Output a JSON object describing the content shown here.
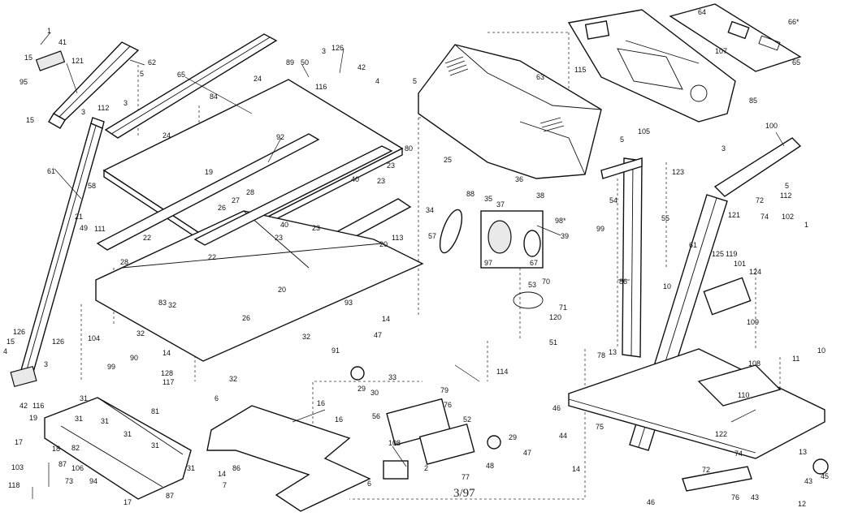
{
  "diagram": {
    "page_number": "3/97",
    "callouts": [
      {
        "id": "c1",
        "text": "1"
      },
      {
        "id": "c41",
        "text": "41"
      },
      {
        "id": "c15a",
        "text": "15"
      },
      {
        "id": "c121a",
        "text": "121"
      },
      {
        "id": "c62",
        "text": "62"
      },
      {
        "id": "c95",
        "text": "95"
      },
      {
        "id": "c5a",
        "text": "5"
      },
      {
        "id": "c112a",
        "text": "112"
      },
      {
        "id": "c3a",
        "text": "3"
      },
      {
        "id": "c3b",
        "text": "3"
      },
      {
        "id": "c15b",
        "text": "15"
      },
      {
        "id": "c65",
        "text": "65"
      },
      {
        "id": "c24a",
        "text": "24"
      },
      {
        "id": "c84",
        "text": "84"
      },
      {
        "id": "c24b",
        "text": "24"
      },
      {
        "id": "c92",
        "text": "92"
      },
      {
        "id": "c61a",
        "text": "61"
      },
      {
        "id": "c58",
        "text": "58"
      },
      {
        "id": "c21a",
        "text": "21"
      },
      {
        "id": "c49a",
        "text": "49"
      },
      {
        "id": "c111",
        "text": "111"
      },
      {
        "id": "c22a",
        "text": "22"
      },
      {
        "id": "c28",
        "text": "28"
      },
      {
        "id": "c19a",
        "text": "19"
      },
      {
        "id": "c27",
        "text": "27"
      },
      {
        "id": "c26a",
        "text": "26"
      },
      {
        "id": "c28b",
        "text": "28"
      },
      {
        "id": "c126a",
        "text": "126"
      },
      {
        "id": "c3c",
        "text": "3"
      },
      {
        "id": "c89",
        "text": "89"
      },
      {
        "id": "c50",
        "text": "50"
      },
      {
        "id": "c116",
        "text": "116"
      },
      {
        "id": "c42a",
        "text": "42"
      },
      {
        "id": "c4a",
        "text": "4"
      },
      {
        "id": "c80",
        "text": "80"
      },
      {
        "id": "c23a",
        "text": "23"
      },
      {
        "id": "c40a",
        "text": "40"
      },
      {
        "id": "c23b",
        "text": "23"
      },
      {
        "id": "c40b",
        "text": "40"
      },
      {
        "id": "c23c",
        "text": "23"
      },
      {
        "id": "c23d",
        "text": "23"
      },
      {
        "id": "c22b",
        "text": "22"
      },
      {
        "id": "c20a",
        "text": "20"
      },
      {
        "id": "c83",
        "text": "83"
      },
      {
        "id": "c26b",
        "text": "26"
      },
      {
        "id": "c20b",
        "text": "20"
      },
      {
        "id": "c93",
        "text": "93"
      },
      {
        "id": "c113",
        "text": "113"
      },
      {
        "id": "c34",
        "text": "34"
      },
      {
        "id": "c57",
        "text": "57"
      },
      {
        "id": "c104",
        "text": "104"
      },
      {
        "id": "c32a",
        "text": "32"
      },
      {
        "id": "c32b",
        "text": "32"
      },
      {
        "id": "c32c",
        "text": "32"
      },
      {
        "id": "c32d",
        "text": "32"
      },
      {
        "id": "c15c",
        "text": "15"
      },
      {
        "id": "c126b",
        "text": "126"
      },
      {
        "id": "c4b",
        "text": "4"
      },
      {
        "id": "c126c",
        "text": "126"
      },
      {
        "id": "c3d",
        "text": "3"
      },
      {
        "id": "c116b",
        "text": "116"
      },
      {
        "id": "c42b",
        "text": "42"
      },
      {
        "id": "c90",
        "text": "90"
      },
      {
        "id": "c99",
        "text": "99"
      },
      {
        "id": "c14a",
        "text": "14"
      },
      {
        "id": "c128",
        "text": "128"
      },
      {
        "id": "c117",
        "text": "117"
      },
      {
        "id": "c91",
        "text": "91"
      },
      {
        "id": "c29a",
        "text": "29"
      },
      {
        "id": "c33",
        "text": "33"
      },
      {
        "id": "c30",
        "text": "30"
      },
      {
        "id": "c47a",
        "text": "47"
      },
      {
        "id": "c14b",
        "text": "14"
      },
      {
        "id": "c31a",
        "text": "31"
      },
      {
        "id": "c31b",
        "text": "31"
      },
      {
        "id": "c31c",
        "text": "31"
      },
      {
        "id": "c31d",
        "text": "31"
      },
      {
        "id": "c31e",
        "text": "31"
      },
      {
        "id": "c31f",
        "text": "31"
      },
      {
        "id": "c81",
        "text": "81"
      },
      {
        "id": "c19b",
        "text": "19"
      },
      {
        "id": "c17a",
        "text": "17"
      },
      {
        "id": "c18",
        "text": "18"
      },
      {
        "id": "c82",
        "text": "82"
      },
      {
        "id": "c103",
        "text": "103"
      },
      {
        "id": "c87a",
        "text": "87"
      },
      {
        "id": "c106a",
        "text": "106"
      },
      {
        "id": "c118",
        "text": "118"
      },
      {
        "id": "c73",
        "text": "73"
      },
      {
        "id": "c94",
        "text": "94"
      },
      {
        "id": "c17b",
        "text": "17"
      },
      {
        "id": "c87b",
        "text": "87"
      },
      {
        "id": "c14c",
        "text": "14"
      },
      {
        "id": "c7",
        "text": "7"
      },
      {
        "id": "c6a",
        "text": "6"
      },
      {
        "id": "c16a",
        "text": "16"
      },
      {
        "id": "c16b",
        "text": "16"
      },
      {
        "id": "c86",
        "text": "86"
      },
      {
        "id": "c6b",
        "text": "6"
      },
      {
        "id": "c56",
        "text": "56"
      },
      {
        "id": "c76a",
        "text": "76"
      },
      {
        "id": "c52",
        "text": "52"
      },
      {
        "id": "c2",
        "text": "2"
      },
      {
        "id": "c77",
        "text": "77"
      },
      {
        "id": "c48",
        "text": "48"
      },
      {
        "id": "c29b",
        "text": "29"
      },
      {
        "id": "c14d",
        "text": "14"
      },
      {
        "id": "c47b",
        "text": "47"
      },
      {
        "id": "c108a",
        "text": "108"
      },
      {
        "id": "c63",
        "text": "63"
      },
      {
        "id": "c5b",
        "text": "5"
      },
      {
        "id": "c115",
        "text": "115"
      },
      {
        "id": "c64",
        "text": "64"
      },
      {
        "id": "c107",
        "text": "107"
      },
      {
        "id": "c66",
        "text": "66*"
      },
      {
        "id": "c65b",
        "text": "65"
      },
      {
        "id": "c85",
        "text": "85"
      },
      {
        "id": "c105",
        "text": "105"
      },
      {
        "id": "c5c",
        "text": "5"
      },
      {
        "id": "c25",
        "text": "25"
      },
      {
        "id": "c88",
        "text": "88"
      },
      {
        "id": "c35",
        "text": "35"
      },
      {
        "id": "c37",
        "text": "37"
      },
      {
        "id": "c36",
        "text": "36"
      },
      {
        "id": "c38",
        "text": "38"
      },
      {
        "id": "c98",
        "text": "98*"
      },
      {
        "id": "c39",
        "text": "39"
      },
      {
        "id": "c97",
        "text": "97"
      },
      {
        "id": "c67",
        "text": "67"
      },
      {
        "id": "c123",
        "text": "123"
      },
      {
        "id": "c54",
        "text": "54"
      },
      {
        "id": "c55",
        "text": "55"
      },
      {
        "id": "c99b",
        "text": "99"
      },
      {
        "id": "c86b",
        "text": "86"
      },
      {
        "id": "c53",
        "text": "53"
      },
      {
        "id": "c70",
        "text": "70"
      },
      {
        "id": "c71",
        "text": "71"
      },
      {
        "id": "c120",
        "text": "120"
      },
      {
        "id": "c51",
        "text": "51"
      },
      {
        "id": "c114",
        "text": "114"
      },
      {
        "id": "c79",
        "text": "79"
      },
      {
        "id": "c78",
        "text": "78"
      },
      {
        "id": "c13a",
        "text": "13"
      },
      {
        "id": "c75",
        "text": "75"
      },
      {
        "id": "c46",
        "text": "46"
      },
      {
        "id": "c44",
        "text": "44"
      },
      {
        "id": "c100",
        "text": "100"
      },
      {
        "id": "c5d",
        "text": "5"
      },
      {
        "id": "c3e",
        "text": "3"
      },
      {
        "id": "c72a",
        "text": "72"
      },
      {
        "id": "c74a",
        "text": "74"
      },
      {
        "id": "c102",
        "text": "102"
      },
      {
        "id": "c1b",
        "text": "1"
      },
      {
        "id": "c61b",
        "text": "61"
      },
      {
        "id": "c119",
        "text": "119"
      },
      {
        "id": "c125",
        "text": "125"
      },
      {
        "id": "c101",
        "text": "101"
      },
      {
        "id": "c124",
        "text": "124"
      },
      {
        "id": "c10a",
        "text": "10"
      },
      {
        "id": "c109",
        "text": "109"
      },
      {
        "id": "c108b",
        "text": "108"
      },
      {
        "id": "c11",
        "text": "11"
      },
      {
        "id": "c10b",
        "text": "10"
      },
      {
        "id": "c110",
        "text": "110"
      },
      {
        "id": "c122",
        "text": "122"
      },
      {
        "id": "c74b",
        "text": "74"
      },
      {
        "id": "c72b",
        "text": "72"
      },
      {
        "id": "c76b",
        "text": "76"
      },
      {
        "id": "c13b",
        "text": "13"
      },
      {
        "id": "c45",
        "text": "45"
      },
      {
        "id": "c43a",
        "text": "43"
      },
      {
        "id": "c43b",
        "text": "43"
      },
      {
        "id": "c46b",
        "text": "46"
      },
      {
        "id": "c12",
        "text": "12"
      },
      {
        "id": "c112b",
        "text": "112"
      },
      {
        "id": "c121b",
        "text": "121"
      }
    ]
  }
}
